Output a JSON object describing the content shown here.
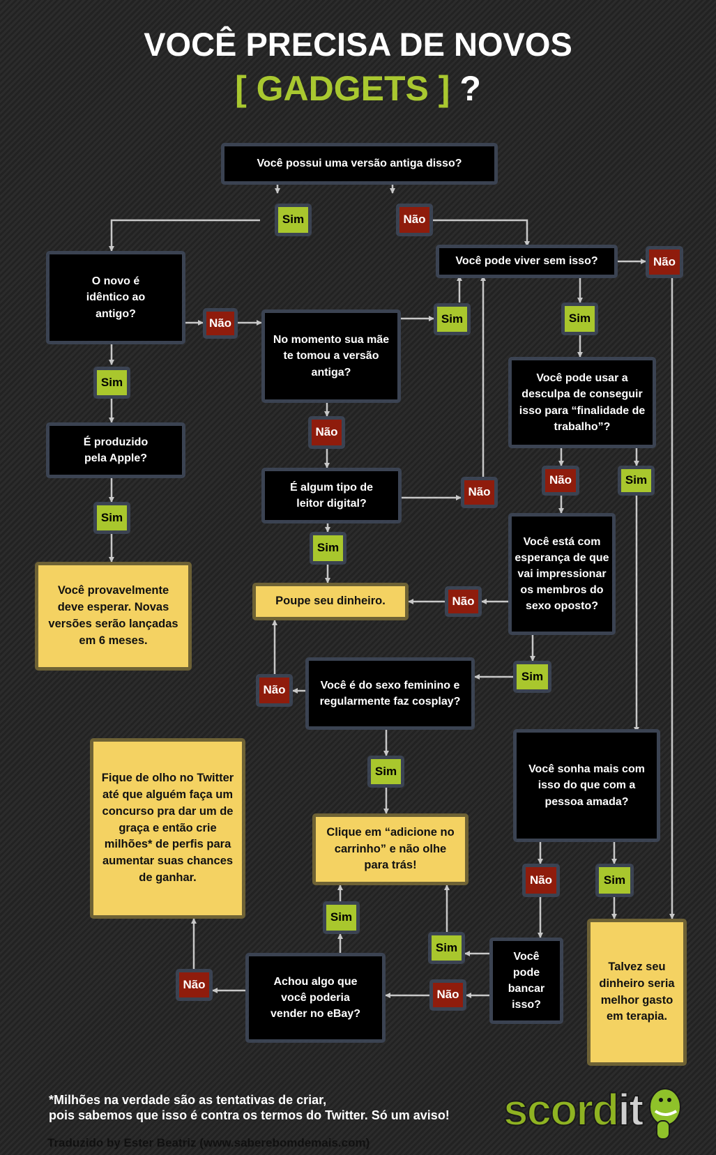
{
  "title": {
    "line1": "VOCÊ PRECISA DE NOVOS",
    "highlight": "[ GADGETS ]",
    "question_mark": "?"
  },
  "labels": {
    "sim": "Sim",
    "nao": "Não"
  },
  "questions": {
    "q1": "Você possui uma versão antiga disso?",
    "q2": "O novo é idêntico ao antigo?",
    "q3": "No momento sua mãe te tomou a versão antiga?",
    "q4": "Você pode viver sem isso?",
    "q5": "Você pode usar a desculpa de conseguir isso para “finalidade de trabalho”?",
    "q6": "É produzido pela Apple?",
    "q7": "É algum tipo de leitor digital?",
    "q8": "Você está com esperança de que vai impressionar os membros do sexo oposto?",
    "q9": "Você é do sexo feminino e regularmente faz cosplay?",
    "q10": "Você sonha mais com isso do que com a pessoa amada?",
    "q11": "Achou algo que você poderia vender no eBay?",
    "q12": "Você pode bancar isso?"
  },
  "results": {
    "r1": "Você provavelmente deve esperar. Novas versões serão lançadas em 6 meses.",
    "r2": "Poupe seu dinheiro.",
    "r3": "Fique de olho no Twitter até que alguém faça um concurso pra dar um de graça e então crie milhões* de perfis para aumentar suas chances de ganhar.",
    "r4": "Clique em “adicione no carrinho” e não olhe para trás!",
    "r5": "Talvez seu dinheiro seria melhor gasto em terapia."
  },
  "footer": {
    "note_line1": "*Milhões na verdade são as tentativas de criar,",
    "note_line2": "pois sabemos que isso é contra os termos do Twitter. Só um aviso!",
    "credit": "Traduzido by Ester Beatriz (www.saberebomdemais.com)",
    "logo_part1": "scord",
    "logo_part2": "it"
  },
  "colors": {
    "sim": "#a9c72d",
    "nao": "#8f1c0c",
    "result": "#f4d262",
    "accent": "#a9c830"
  }
}
